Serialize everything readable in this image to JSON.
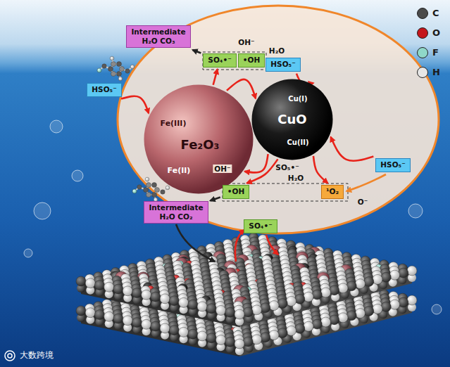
{
  "diagram": {
    "nodes": [
      {
        "text": [
          "Intermediate",
          "H₂O CO₃"
        ]
      },
      {
        "text": [
          "SO₄•⁻"
        ]
      },
      {
        "text": [
          "•OH"
        ]
      },
      {
        "text": [
          "HSO₅⁻"
        ]
      },
      {
        "text": [
          "HSO₅⁻"
        ]
      },
      {
        "text": [
          "Fe(III)",
          "Fe₂O₃",
          "Fe(II)"
        ]
      },
      {
        "text": [
          "Cu(I)",
          "CuO",
          "Cu(II)"
        ]
      },
      {
        "text": [
          "HSO₅⁻"
        ]
      },
      {
        "text": [
          "•OH"
        ]
      },
      {
        "text": [
          "¹O₂"
        ]
      },
      {
        "text": [
          "Intermediate",
          "H₂O CO₂"
        ]
      },
      {
        "text": [
          "SO₄•⁻"
        ]
      }
    ],
    "edges": [
      {
        "from": 3,
        "to": 5,
        "arrow": "to"
      },
      {
        "from": 5,
        "to": 1,
        "arrow": "to"
      },
      {
        "from": 1,
        "to": 0,
        "arrow": "to"
      },
      {
        "from": 5,
        "to": 6,
        "arrow": "to"
      },
      {
        "from": 6,
        "to": 5,
        "arrow": "to"
      },
      {
        "from": 4,
        "to": 6,
        "arrow": "to"
      },
      {
        "from": 7,
        "to": 6,
        "arrow": "to"
      },
      {
        "from": 6,
        "to": 9,
        "arrow": "to"
      },
      {
        "from": 6,
        "to": 8,
        "arrow": "to"
      },
      {
        "from": 8,
        "to": 10,
        "arrow": "to"
      }
    ],
    "labels": [
      "OH⁻",
      "H₂O",
      "OH⁻",
      "SO₅•⁻",
      "H₂O",
      "O⁻",
      "大数跨境"
    ],
    "legend": [
      {
        "text": "C",
        "color": "#4a4a4a"
      },
      {
        "text": "O",
        "color": "#c4161c"
      },
      {
        "text": "F",
        "color": "#8fd8c8"
      },
      {
        "text": "H",
        "color": "#e6e6e6"
      }
    ]
  }
}
